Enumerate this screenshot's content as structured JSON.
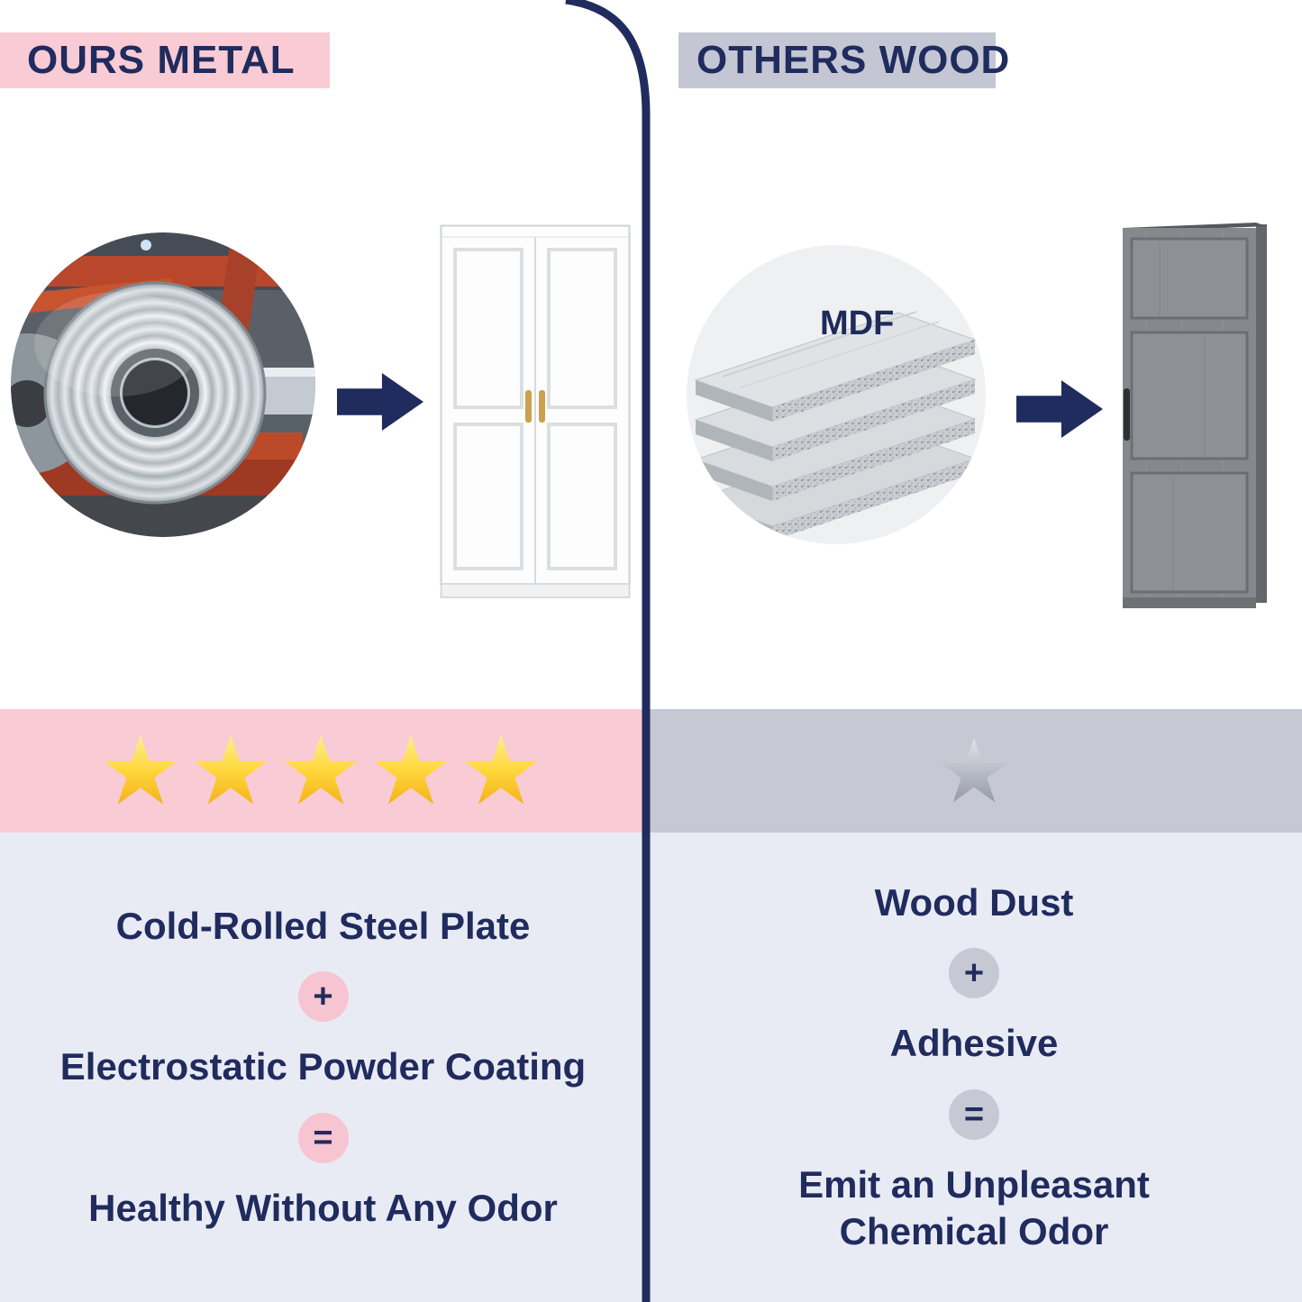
{
  "left": {
    "header": "OURS METAL",
    "rating_count": 5,
    "rating_stars": "★★★★★",
    "formula": {
      "line1": "Cold-Rolled Steel Plate",
      "op1": "+",
      "line2": "Electrostatic Powder Coating",
      "op2": "=",
      "result": "Healthy Without Any Odor"
    }
  },
  "right": {
    "header": "OTHERS WOOD",
    "material_label": "MDF",
    "rating_count": 1,
    "rating_stars": "★",
    "formula": {
      "line1": "Wood Dust",
      "op1": "+",
      "line2": "Adhesive",
      "op2": "=",
      "result": "Emit an Unpleasant Chemical Odor"
    }
  },
  "colors": {
    "navy": "#202b5e",
    "pink": "#f9cbd5",
    "gray": "#c6c9d4",
    "panel_background": "#e9ebf4",
    "star_gold": "#ffd83d",
    "star_silver": "#b3b7c1",
    "handle_gold": "#caa24e"
  }
}
